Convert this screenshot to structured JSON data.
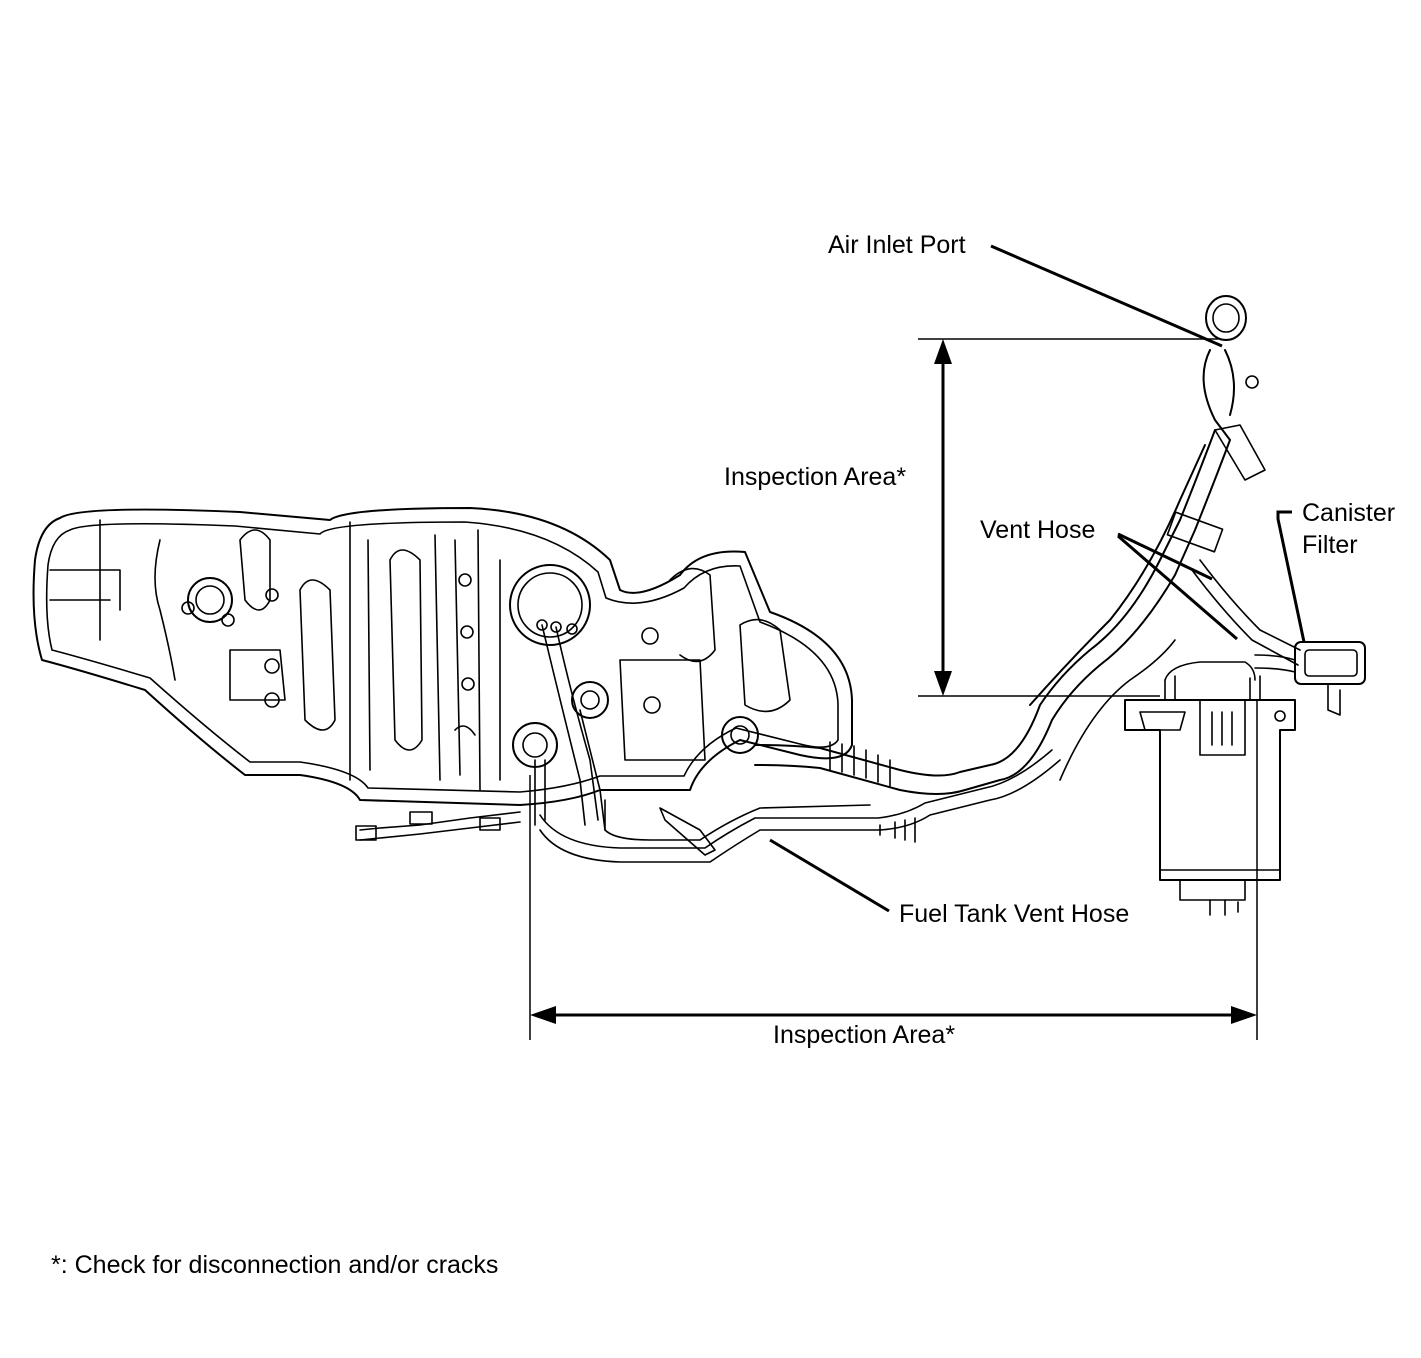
{
  "labels": {
    "air_inlet_port": "Air Inlet Port",
    "inspection_area_vertical": "Inspection Area*",
    "vent_hose": "Vent Hose",
    "canister_filter_line1": "Canister",
    "canister_filter_line2": "Filter",
    "fuel_tank_vent_hose": "Fuel Tank Vent Hose",
    "inspection_area_horizontal": "Inspection Area*"
  },
  "footnote": "*: Check for disconnection and/or cracks"
}
